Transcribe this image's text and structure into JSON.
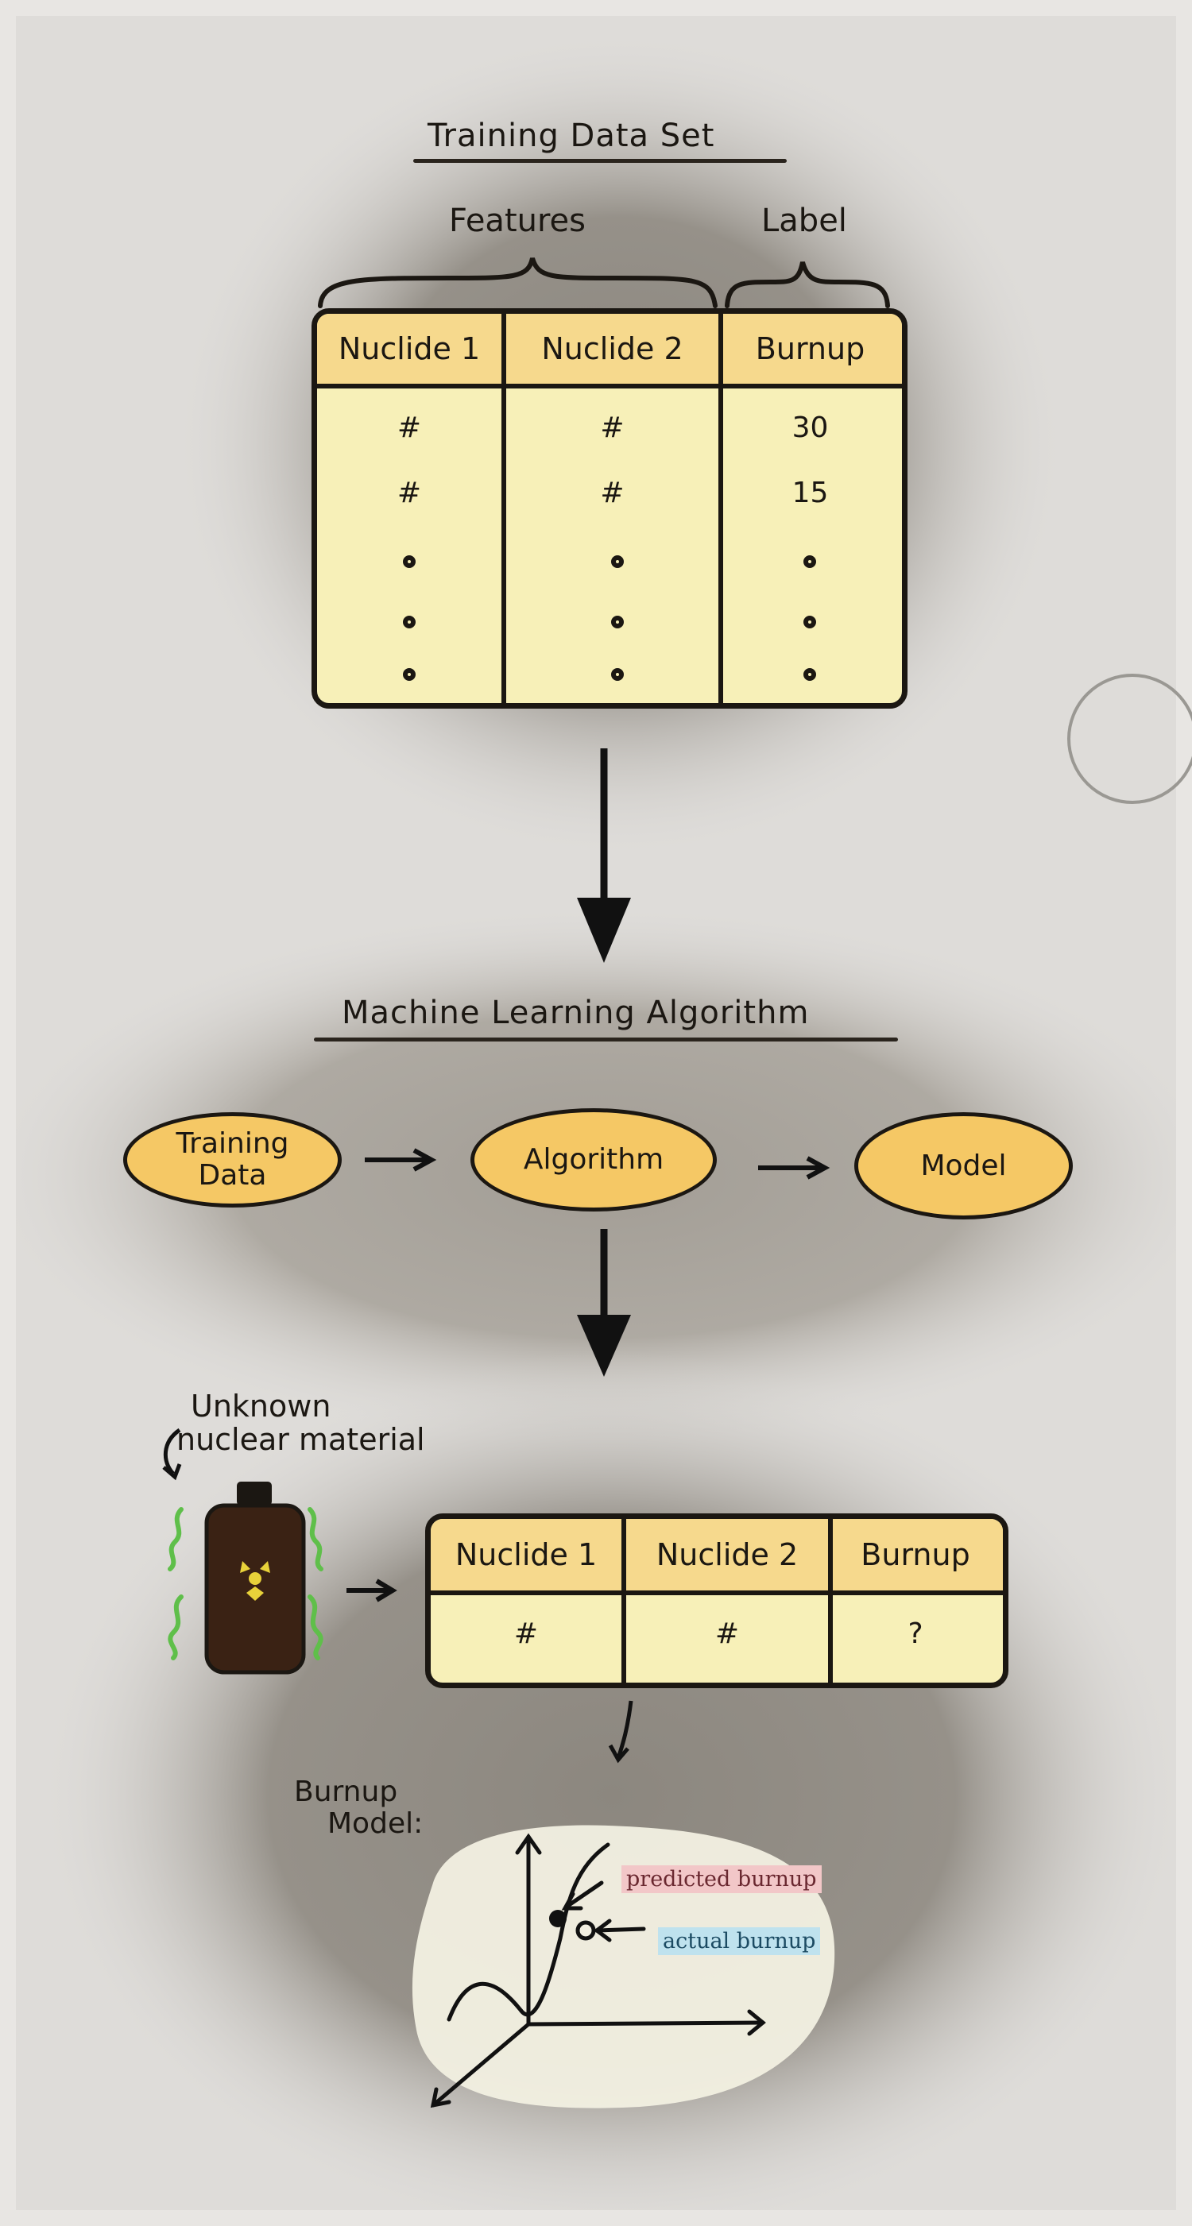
{
  "training": {
    "title": "Training Data Set",
    "features_label": "Features",
    "label_label": "Label",
    "headers": [
      "Nuclide 1",
      "Nuclide 2",
      "Burnup"
    ],
    "rows": [
      [
        "#",
        "#",
        "30"
      ],
      [
        "#",
        "#",
        "15"
      ]
    ],
    "ellipsis_rows": 3
  },
  "ml": {
    "title": "Machine Learning Algorithm",
    "pill_training_line1": "Training",
    "pill_training_line2": "Data",
    "pill_algorithm": "Algorithm",
    "pill_model": "Model"
  },
  "unknown": {
    "caption_line1": "Unknown",
    "caption_line2": "nuclear material",
    "headers": [
      "Nuclide 1",
      "Nuclide 2",
      "Burnup"
    ],
    "row": [
      "#",
      "#",
      "?"
    ]
  },
  "model": {
    "caption_line1": "Burnup",
    "caption_line2": "Model:",
    "predicted_label": "predicted burnup",
    "actual_label": "actual burnup"
  },
  "colors": {
    "header_fill": "#f6d98d",
    "body_fill": "#f7f0b8",
    "pill_fill": "#f5c865",
    "vignette": "#8d8880",
    "pred_highlight": "#f2c7c8",
    "actual_highlight": "#bfe2ee",
    "glow": "#5fbf4a",
    "bottle": "#3a2214"
  }
}
